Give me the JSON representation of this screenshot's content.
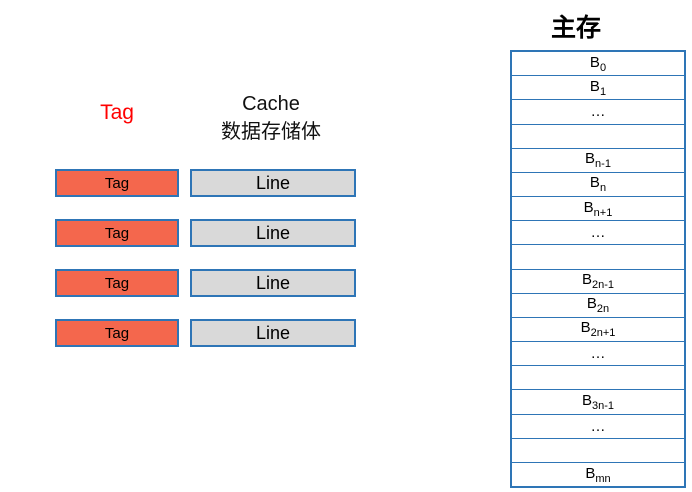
{
  "cache": {
    "tag_header": "Tag",
    "header_line1": "Cache",
    "header_line2": "数据存储体",
    "rows": [
      {
        "tag": "Tag",
        "line": "Line"
      },
      {
        "tag": "Tag",
        "line": "Line"
      },
      {
        "tag": "Tag",
        "line": "Line"
      },
      {
        "tag": "Tag",
        "line": "Line"
      }
    ]
  },
  "memory": {
    "title": "主存",
    "rows": [
      {
        "label": "B",
        "sub": "0"
      },
      {
        "label": "B",
        "sub": "1"
      },
      {
        "label": "…",
        "sub": ""
      },
      {
        "label": "",
        "sub": ""
      },
      {
        "label": "B",
        "sub": "n-1"
      },
      {
        "label": "B",
        "sub": "n"
      },
      {
        "label": "B",
        "sub": "n+1"
      },
      {
        "label": "…",
        "sub": ""
      },
      {
        "label": "",
        "sub": ""
      },
      {
        "label": "B",
        "sub": "2n-1"
      },
      {
        "label": "B",
        "sub": "2n"
      },
      {
        "label": "B",
        "sub": "2n+1"
      },
      {
        "label": "…",
        "sub": ""
      },
      {
        "label": "",
        "sub": ""
      },
      {
        "label": "B",
        "sub": "3n-1"
      },
      {
        "label": "…",
        "sub": ""
      },
      {
        "label": "",
        "sub": ""
      },
      {
        "label": "B",
        "sub": "mn"
      }
    ]
  },
  "colors": {
    "tag_fill": "#F4674D",
    "line_fill": "#D9D9D9",
    "border_blue": "#2E75B6",
    "tag_header_red": "#FF0000"
  }
}
